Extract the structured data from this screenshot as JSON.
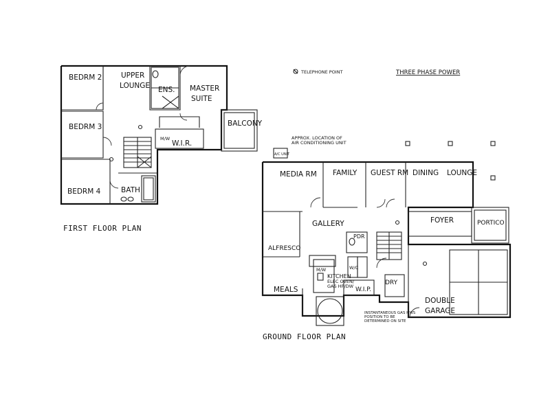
{
  "first_floor": {
    "title": "FIRST FLOOR PLAN",
    "rooms": {
      "bedrm2": "BEDRM 2",
      "upper_lounge_1": "UPPER",
      "upper_lounge_2": "LOUNGE",
      "ens": "ENS.",
      "master_1": "MASTER",
      "master_2": "SUITE",
      "balcony": "BALCONY",
      "bedrm3": "BEDRM 3",
      "wir": "W.I.R.",
      "mw": "M/W",
      "bedrm4": "BEDRM 4",
      "bath": "BATH"
    }
  },
  "ground_floor": {
    "title": "GROUND FLOOR PLAN",
    "rooms": {
      "media": "MEDIA RM",
      "family": "FAMILY",
      "guest": "GUEST RM",
      "dining": "DINING",
      "lounge": "LOUNGE",
      "gallery": "GALLERY",
      "foyer": "FOYER",
      "portico": "PORTICO",
      "alfresco": "ALFRESCO",
      "kitchen": "KITCHEN",
      "meals": "MEALS",
      "wip": "W.I.P.",
      "dry": "DRY",
      "double_1": "DOUBLE",
      "double_2": "GARAGE",
      "pwdr": "PDR",
      "mw": "M/W",
      "wc": "W/C"
    },
    "notes": {
      "ac_1": "APPROX. LOCATION OF",
      "ac_2": "AIR CONDITIONING UNIT",
      "ac_unit": "A/C UNIT",
      "gas_1": "INSTANTANEOUS GAS HWS",
      "gas_2": "POSITION TO BE",
      "gas_3": "DETERMINED ON SITE",
      "kitchen_note_1": "ELEC OVEN/",
      "kitchen_note_2": "GAS HP/DW"
    }
  },
  "legend": {
    "telephone": "TELEPHONE POINT",
    "three_phase": "THREE PHASE POWER"
  }
}
